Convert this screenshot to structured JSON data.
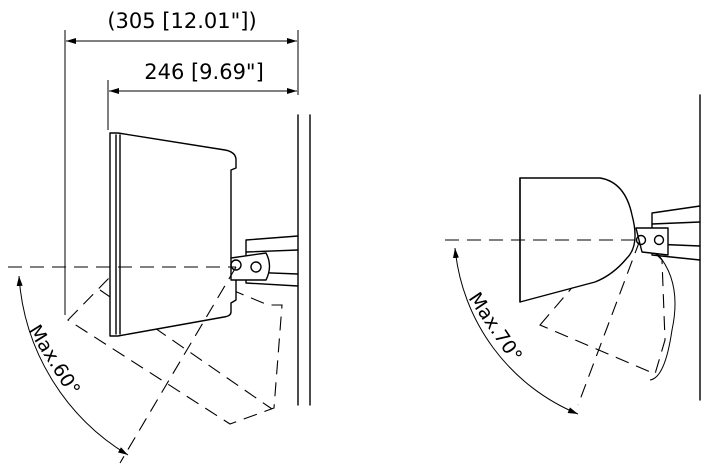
{
  "dimensions": {
    "overall": "(305 [12.01\"])",
    "depth": "246 [9.69\"]"
  },
  "angles": {
    "left_view": "Max.60°",
    "right_view": "Max.70°"
  }
}
